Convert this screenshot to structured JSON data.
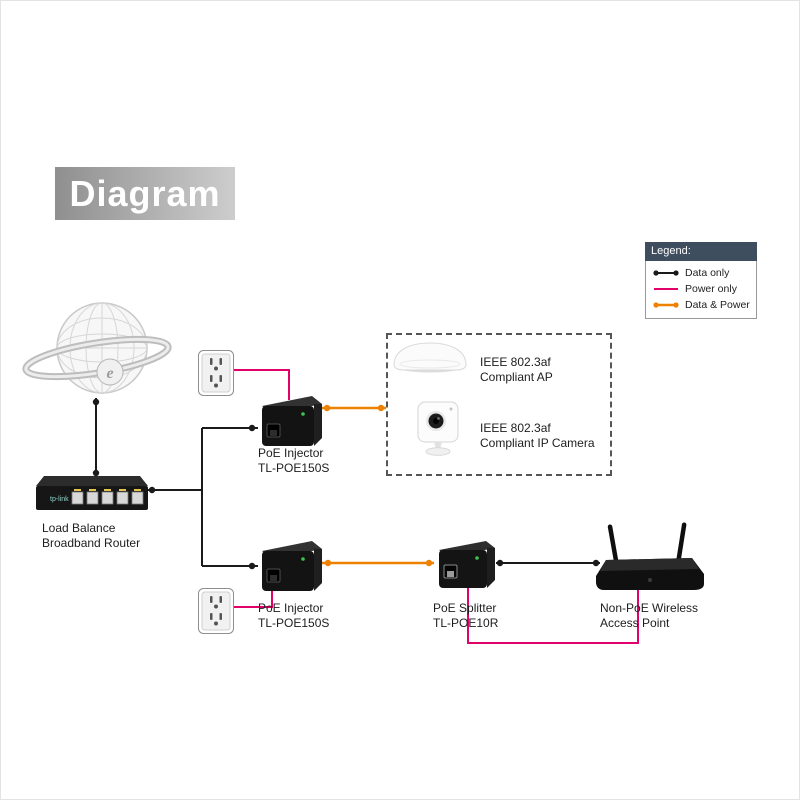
{
  "title": "Diagram",
  "colors": {
    "data": "#1a1a1a",
    "power": "#e2006a",
    "data_power": "#ee8100",
    "legend_header": "#3f4e5e"
  },
  "legend": {
    "header": "Legend:",
    "items": [
      {
        "label": "Data only"
      },
      {
        "label": "Power only"
      },
      {
        "label": "Data & Power"
      }
    ]
  },
  "nodes": {
    "router": {
      "line1": "Load Balance",
      "line2": "Broadband Router"
    },
    "injector_top": {
      "line1": "PoE Injector",
      "line2": "TL-POE150S"
    },
    "injector_bottom": {
      "line1": "PoE Injector",
      "line2": "TL-POE150S"
    },
    "splitter": {
      "line1": "PoE Splitter",
      "line2": "TL-POE10R"
    },
    "compliant_ap": {
      "line1": "IEEE 802.3af",
      "line2": "Compliant AP"
    },
    "compliant_camera": {
      "line1": "IEEE 802.3af",
      "line2": "Compliant IP Camera"
    },
    "wireless_ap": {
      "line1": "Non-PoE Wireless",
      "line2": "Access Point"
    }
  }
}
